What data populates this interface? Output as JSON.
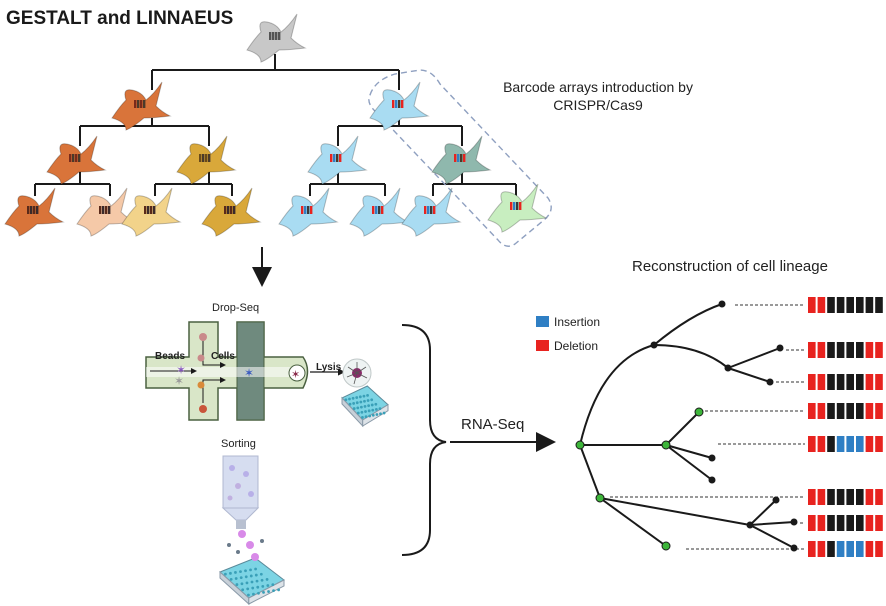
{
  "title": "GESTALT and LINNAEUS",
  "barcode_label": "Barcode arrays introduction by CRISPR/Cas9",
  "reconstruction_label": "Reconstruction of cell lineage",
  "dropseq_label": "Drop-Seq",
  "beads_label": "Beads",
  "cells_label": "Cells",
  "lysis_label": "Lysis",
  "sorting_label": "Sorting",
  "rnaseq_label": "RNA-Seq",
  "legend": {
    "insertion": "Insertion",
    "deletion": "Deletion"
  },
  "colors": {
    "insertion": "#2f7fc4",
    "deletion": "#e8231f",
    "unedited": "#1a1a1a",
    "node": "#1a1a1a",
    "node_highlight": "#3db53a"
  },
  "cells": [
    {
      "name": "root-cell",
      "color": "#c8c8c8"
    },
    {
      "name": "orange-cell",
      "color": "#d9743a"
    },
    {
      "name": "blue-cell",
      "color": "#a9dcf2"
    },
    {
      "name": "orange-child-cell",
      "color": "#d9743a"
    },
    {
      "name": "gold-cell",
      "color": "#d9a83a"
    },
    {
      "name": "blue-child-cell",
      "color": "#a9dcf2"
    },
    {
      "name": "teal-cell",
      "color": "#8fb8ad"
    },
    {
      "name": "leaf-orange-cell",
      "color": "#d9743a"
    },
    {
      "name": "leaf-peach-cell",
      "color": "#f5c9a8"
    },
    {
      "name": "leaf-yellow-cell",
      "color": "#f2d38a"
    },
    {
      "name": "leaf-gold-cell",
      "color": "#d9a83a"
    },
    {
      "name": "leaf-blue-cell-1",
      "color": "#a9dcf2"
    },
    {
      "name": "leaf-blue-cell-2",
      "color": "#a9dcf2"
    },
    {
      "name": "leaf-blue-cell-3",
      "color": "#a9dcf2"
    },
    {
      "name": "leaf-green-cell",
      "color": "#c8eec0"
    }
  ],
  "barcodes": [
    [
      "D",
      "D",
      "U",
      "U",
      "U",
      "U",
      "U",
      "U"
    ],
    [
      "D",
      "D",
      "U",
      "U",
      "U",
      "U",
      "D",
      "D"
    ],
    [
      "D",
      "D",
      "U",
      "U",
      "U",
      "U",
      "D",
      "D"
    ],
    [
      "D",
      "D",
      "U",
      "U",
      "U",
      "U",
      "D",
      "D"
    ],
    [
      "D",
      "D",
      "U",
      "I",
      "I",
      "I",
      "D",
      "D"
    ],
    [
      "D",
      "D",
      "U",
      "U",
      "U",
      "U",
      "D",
      "D"
    ],
    [
      "D",
      "D",
      "U",
      "U",
      "U",
      "U",
      "D",
      "D"
    ],
    [
      "D",
      "D",
      "U",
      "I",
      "I",
      "I",
      "D",
      "D"
    ]
  ]
}
